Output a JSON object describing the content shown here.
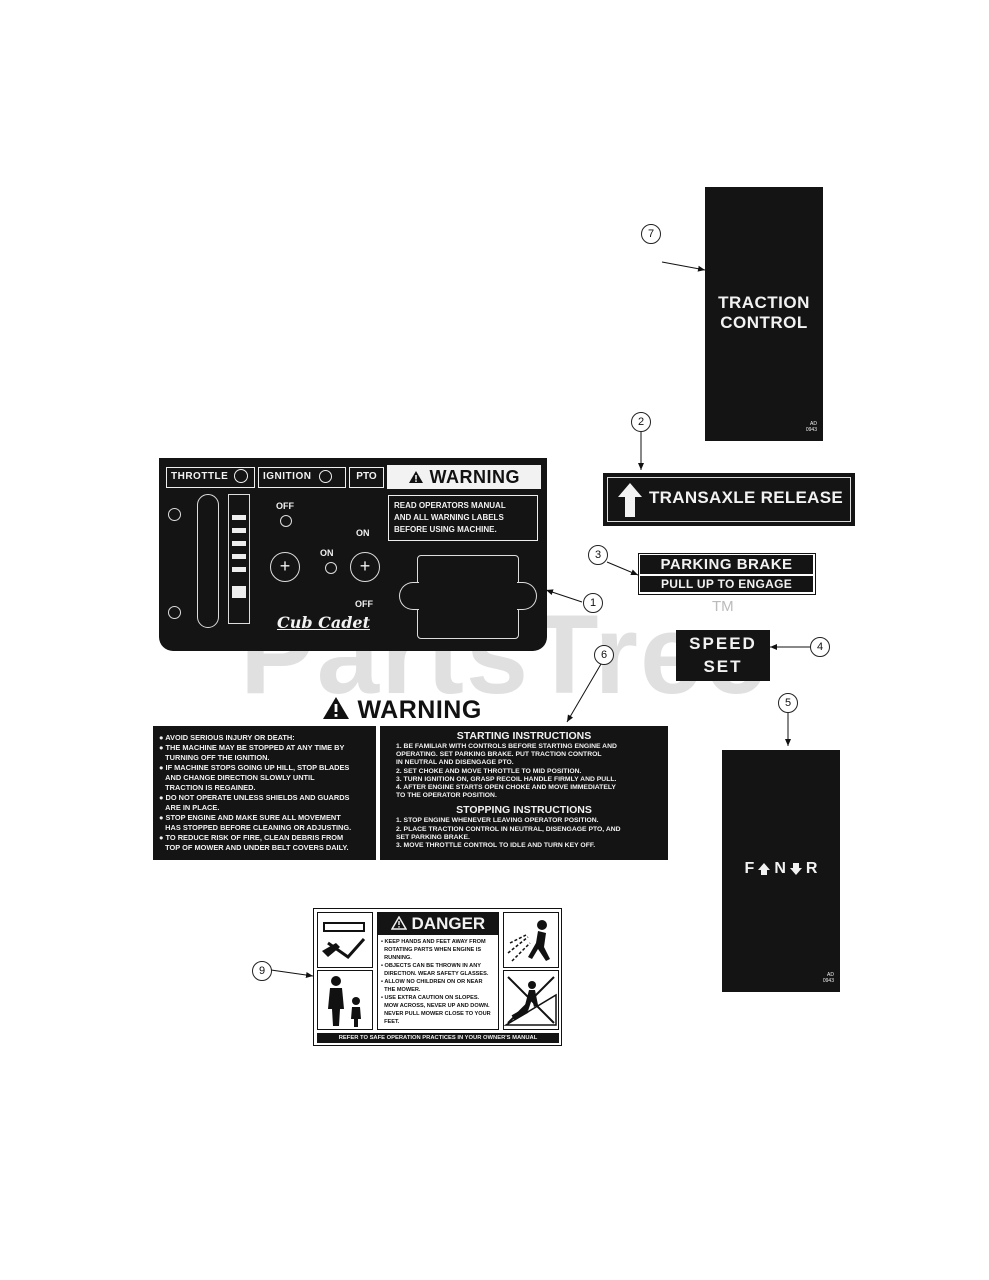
{
  "watermark": {
    "text": "PartsTree",
    "tm": "TM"
  },
  "callouts": [
    "1",
    "2",
    "3",
    "4",
    "5",
    "6",
    "7",
    "9"
  ],
  "traction_label": {
    "line1": "TRACTION",
    "line2": "CONTROL",
    "code": "AD 0943"
  },
  "transaxle_label": {
    "text": "TRANSAXLE RELEASE"
  },
  "parking_label": {
    "line1": "PARKING BRAKE",
    "line2": "PULL UP TO ENGAGE"
  },
  "speed_label": {
    "line1": "SPEED",
    "line2": "SET"
  },
  "direction_label": {
    "f": "F",
    "n": "N",
    "r": "R",
    "code": "AD 0943"
  },
  "dash_panel": {
    "throttle": "THROTTLE",
    "ignition": "IGNITION",
    "pto": "PTO",
    "warning": "WARNING",
    "read_line1": "READ OPERATORS MANUAL",
    "read_line2": "AND ALL WARNING LABELS",
    "read_line3": "BEFORE USING MACHINE.",
    "off_top": "OFF",
    "on_mid": "ON",
    "on_right": "ON",
    "off_bottom": "OFF",
    "brand": "Cub Cadet"
  },
  "warning_heading": "WARNING",
  "warning_items": [
    "AVOID SERIOUS INJURY OR DEATH:",
    "THE MACHINE MAY BE STOPPED AT ANY TIME BY",
    "TURNING OFF THE IGNITION.",
    "IF MACHINE STOPS GOING UP HILL, STOP BLADES",
    "AND CHANGE DIRECTION SLOWLY UNTIL",
    "TRACTION IS REGAINED.",
    "DO NOT OPERATE UNLESS SHIELDS AND GUARDS",
    "ARE IN PLACE.",
    "STOP ENGINE AND MAKE SURE ALL MOVEMENT",
    "HAS STOPPED BEFORE CLEANING OR ADJUSTING.",
    "TO REDUCE RISK OF FIRE, CLEAN DEBRIS FROM",
    "TOP OF MOWER AND UNDER BELT COVERS DAILY."
  ],
  "starting": {
    "title": "STARTING INSTRUCTIONS",
    "lines": [
      "1. BE FAMILIAR WITH CONTROLS BEFORE STARTING ENGINE AND",
      "   OPERATING. SET PARKING BRAKE. PUT TRACTION CONTROL",
      "   IN NEUTRAL AND DISENGAGE PTO.",
      "2. SET CHOKE AND MOVE THROTTLE TO MID POSITION.",
      "3. TURN IGNITION ON, GRASP RECOIL HANDLE FIRMLY AND PULL.",
      "4. AFTER ENGINE STARTS OPEN CHOKE AND MOVE IMMEDIATELY",
      "   TO THE OPERATOR POSITION."
    ]
  },
  "stopping": {
    "title": "STOPPING INSTRUCTIONS",
    "lines": [
      "1. STOP ENGINE WHENEVER LEAVING OPERATOR POSITION.",
      "2. PLACE TRACTION CONTROL IN NEUTRAL, DISENGAGE PTO, AND",
      "   SET PARKING BRAKE.",
      "3. MOVE THROTTLE CONTROL TO IDLE AND TURN KEY OFF."
    ]
  },
  "danger": {
    "title": "DANGER",
    "lines": [
      "KEEP HANDS AND FEET AWAY FROM",
      "ROTATING PARTS WHEN ENGINE IS",
      "RUNNING.",
      "OBJECTS CAN BE THROWN IN ANY",
      "DIRECTION. WEAR SAFETY GLASSES.",
      "ALLOW NO CHILDREN ON OR NEAR",
      "THE MOWER.",
      "USE EXTRA CAUTION ON SLOPES.",
      "MOW ACROSS, NEVER UP AND DOWN.",
      "NEVER PULL MOWER CLOSE TO YOUR",
      "FEET."
    ],
    "footer": "REFER TO SAFE OPERATION PRACTICES IN YOUR OWNER'S MANUAL"
  }
}
